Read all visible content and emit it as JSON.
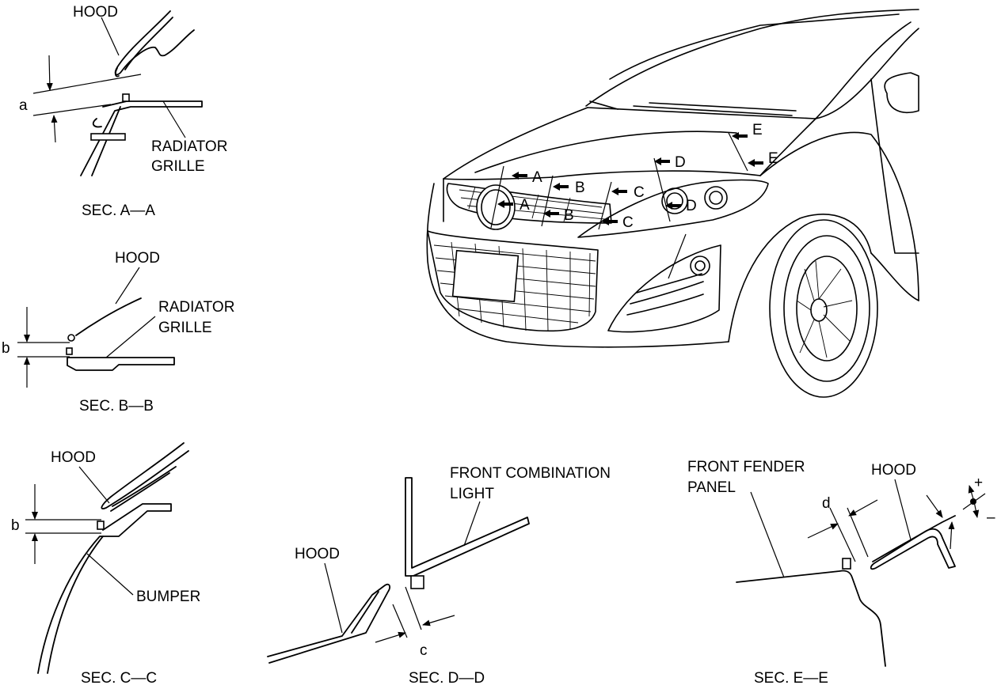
{
  "sections": {
    "a": {
      "caption": "SEC. A—A",
      "hood": "HOOD",
      "grille_line1": "RADIATOR",
      "grille_line2": "GRILLE",
      "dim": "a"
    },
    "b": {
      "caption": "SEC. B—B",
      "hood": "HOOD",
      "grille_line1": "RADIATOR",
      "grille_line2": "GRILLE",
      "dim": "b"
    },
    "c": {
      "caption": "SEC. C—C",
      "hood": "HOOD",
      "bumper": "BUMPER",
      "dim": "b"
    },
    "d": {
      "caption": "SEC. D—D",
      "hood": "HOOD",
      "light_line1": "FRONT COMBINATION",
      "light_line2": "LIGHT",
      "dim": "c"
    },
    "e": {
      "caption": "SEC. E—E",
      "fender_line1": "FRONT FENDER",
      "fender_line2": "PANEL",
      "hood": "HOOD",
      "dim": "d",
      "plus": "+",
      "minus": "–"
    }
  },
  "car_markers": {
    "a_upper": "A",
    "a_lower": "A",
    "b_upper": "B",
    "b_lower": "B",
    "c_upper": "C",
    "c_lower": "C",
    "d_upper": "D",
    "d_lower": "D",
    "e_upper": "E",
    "e_lower": "E"
  },
  "icons": {
    "section_arrow": "arrow-left-icon"
  }
}
